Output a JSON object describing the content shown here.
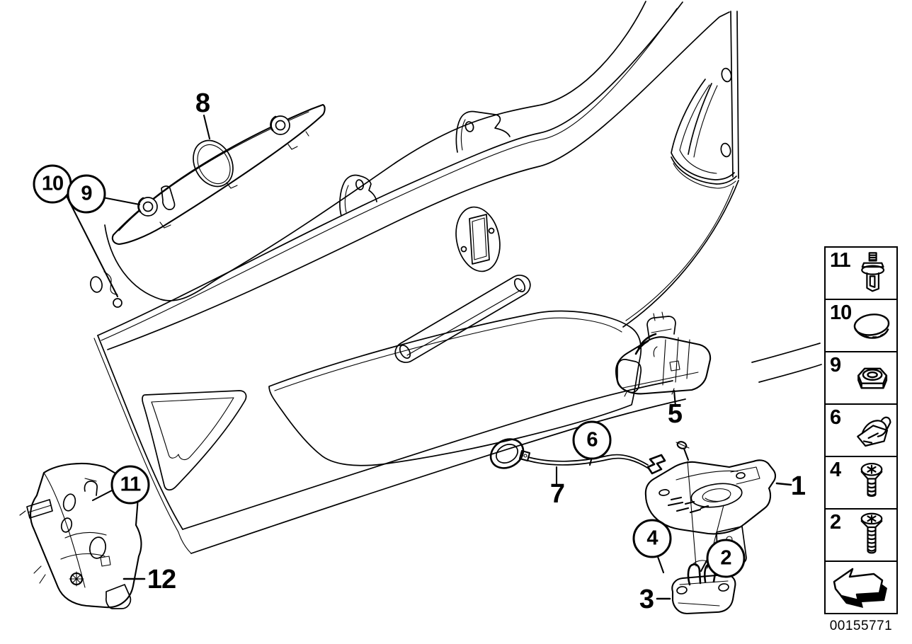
{
  "page": {
    "background": "#ffffff",
    "line_color": "#000000",
    "type": "parts-exploded-diagram"
  },
  "callouts": {
    "c1": "1",
    "c2": "2",
    "c3": "3",
    "c4": "4",
    "c5": "5",
    "c6": "6",
    "c7": "7",
    "c8": "8",
    "c9": "9",
    "c10": "10",
    "c11": "11",
    "c12": "12"
  },
  "parts": {
    "p1": "trunk-lid-lock-actuator",
    "p3": "lock-striker-plate",
    "p5": "boot-release-switch",
    "p7": "emergency-release-cable-with-pull-ring",
    "p8": "grip-trim-panel",
    "p12": "lock-lower-section"
  },
  "sidebar": {
    "rows": [
      {
        "num": "11",
        "icon": "stud-with-clip-icon"
      },
      {
        "num": "10",
        "icon": "cap-grommet-icon"
      },
      {
        "num": "9",
        "icon": "hex-nut-icon"
      },
      {
        "num": "6",
        "icon": "cable-clip-icon"
      },
      {
        "num": "4",
        "icon": "torx-screw-short-icon"
      },
      {
        "num": "2",
        "icon": "torx-screw-long-icon"
      }
    ],
    "nav_arrow_icon": "back-arrow-icon"
  },
  "footer": {
    "diagram_number": "00155771"
  }
}
